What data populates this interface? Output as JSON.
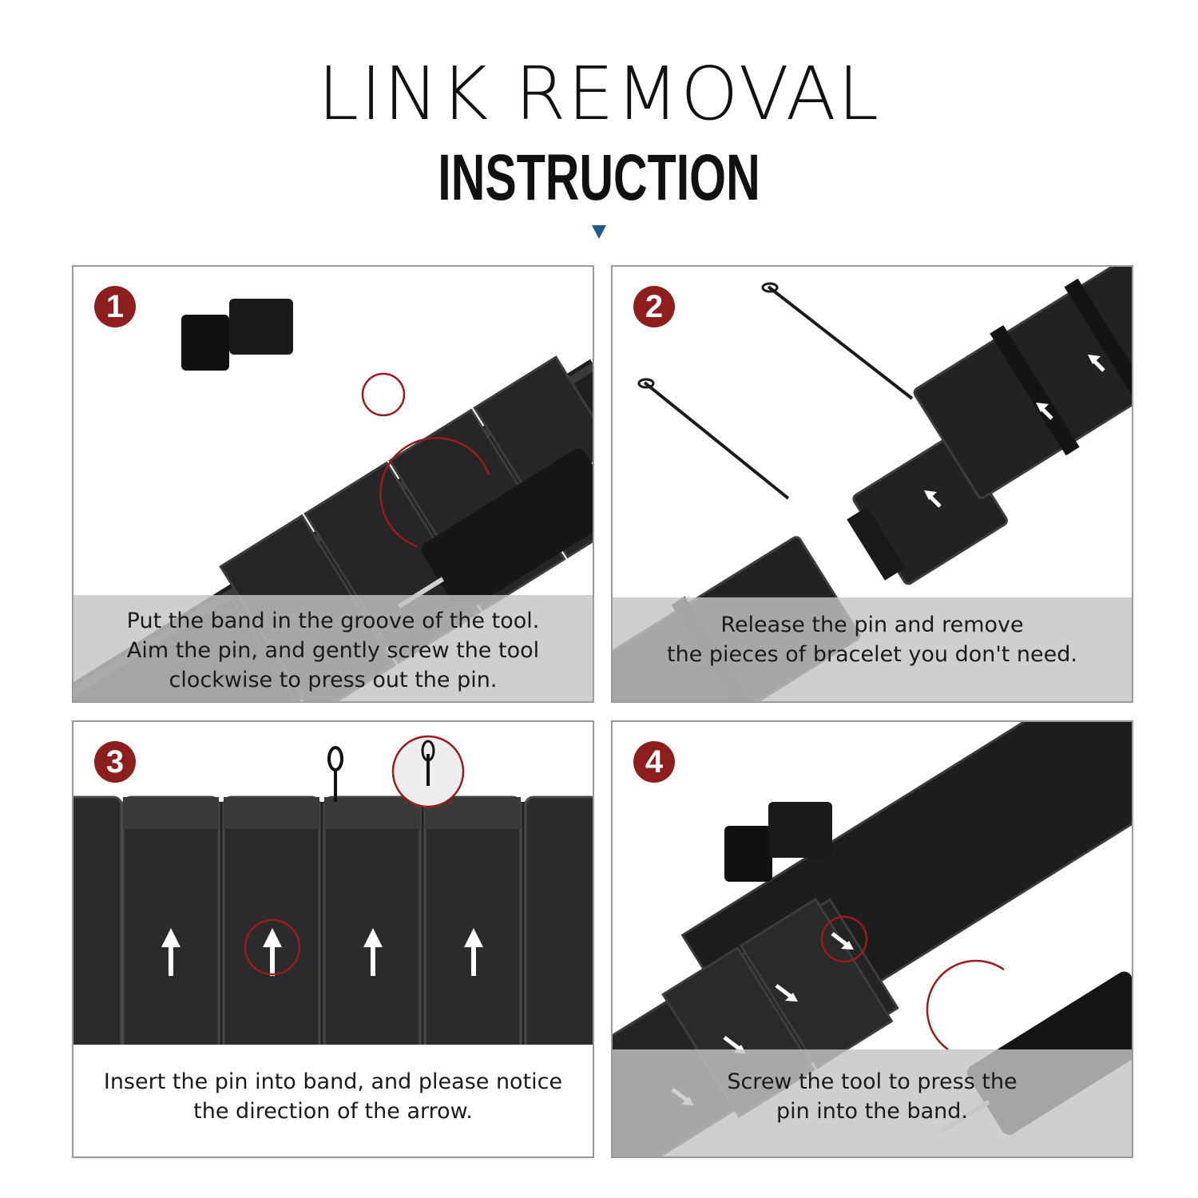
{
  "header": {
    "title": "LINK REMOVAL",
    "subtitle": "INSTRUCTION"
  },
  "colors": {
    "badge": "#8e1e1e",
    "accent_caret": "#1e5a8a",
    "metal": "#2a2a2a",
    "caption_bg": "#c4c4c4"
  },
  "steps": [
    {
      "number": "1",
      "lines": [
        "Put the band in the groove of the tool.",
        "Aim the pin, and gently screw the tool",
        "clockwise to press out the pin."
      ]
    },
    {
      "number": "2",
      "lines": [
        "Release the pin and remove",
        "the pieces of bracelet you don't need."
      ]
    },
    {
      "number": "3",
      "lines": [
        "Insert the pin into band, and please notice",
        "the direction of the arrow."
      ]
    },
    {
      "number": "4",
      "lines": [
        "Screw the tool to press the",
        "pin into the band."
      ]
    }
  ]
}
